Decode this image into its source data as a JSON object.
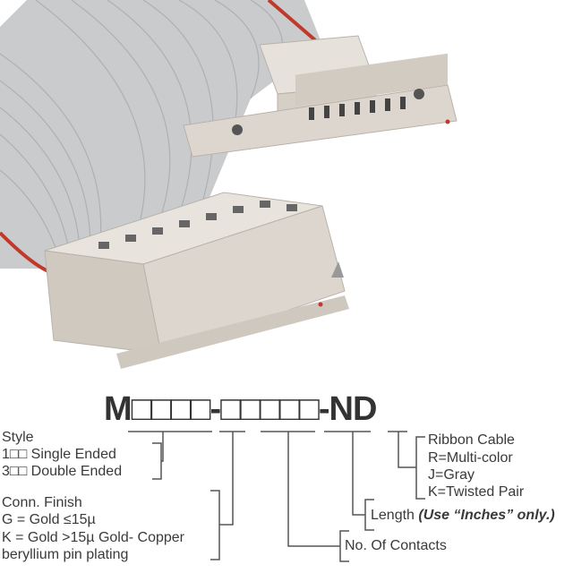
{
  "part_number": "M□□□□-□□□□□-ND",
  "style": {
    "title": "Style",
    "options": [
      "1□□ Single Ended",
      "3□□ Double Ended"
    ]
  },
  "conn_finish": {
    "title": "Conn. Finish",
    "options": [
      "G = Gold ≤15µ",
      "K = Gold >15µ Gold- Copper",
      "beryllium pin plating"
    ]
  },
  "contacts": {
    "label": "No. Of Contacts"
  },
  "length": {
    "label": "Length",
    "note": "(Use “Inches” only.)"
  },
  "ribbon": {
    "title": "Ribbon Cable",
    "options": [
      "R=Multi-color",
      "J=Gray",
      "K=Twisted Pair"
    ]
  },
  "colors": {
    "cable": "#c9cbcc",
    "connector": "#dcd6cf",
    "stripe": "#c0392b"
  }
}
